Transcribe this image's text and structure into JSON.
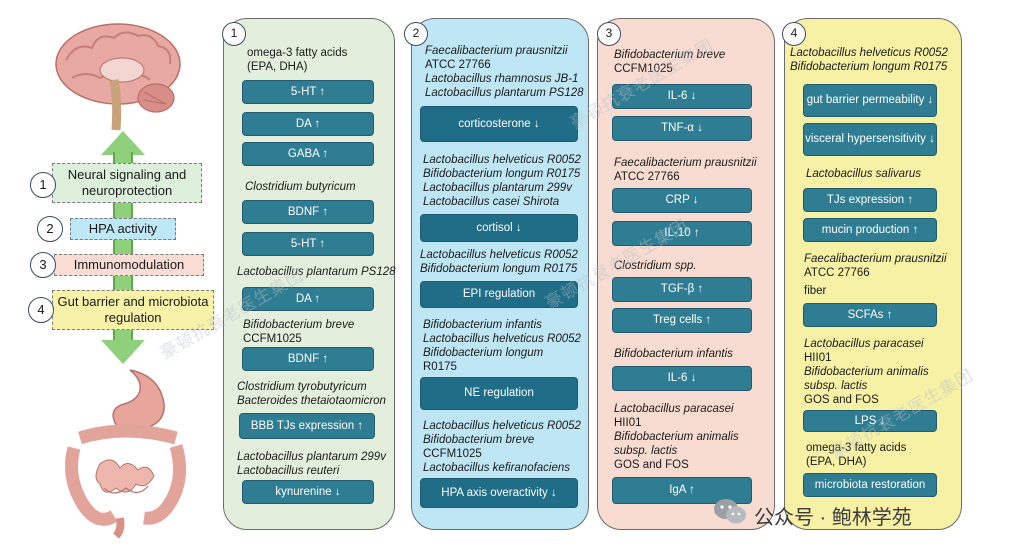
{
  "left": {
    "items": [
      {
        "num": "1",
        "label": "Neural signaling and neuroprotection"
      },
      {
        "num": "2",
        "label": "HPA activity"
      },
      {
        "num": "3",
        "label": "Immunomodulation"
      },
      {
        "num": "4",
        "label": "Gut barrier and microbiota regulation"
      }
    ]
  },
  "panels": [
    {
      "num": "1",
      "color": "#e3efdc",
      "labels": [
        "omega-3 fatty acids",
        "(EPA, DHA)",
        "Clostridium butyricum",
        "Lactobacillus plantarum PS128",
        "Bifidobacterium breve",
        "CCFM1025",
        "Clostridium tyrobutyricum",
        "Bacteroides thetaiotaomicron",
        "Lactobacillus plantarum 299v",
        "Lactobacillus reuteri"
      ],
      "effects": [
        "5-HT ↑",
        "DA ↑",
        "GABA ↑",
        "BDNF ↑",
        "5-HT ↑",
        "DA ↑",
        "BDNF ↑",
        "BBB TJs expression ↑",
        "kynurenine ↓"
      ]
    },
    {
      "num": "2",
      "color": "#bfe6f5",
      "labels": [
        "Faecalibacterium prausnitzii",
        "ATCC 27766",
        "Lactobacillus rhamnosus JB-1",
        "Lactobacillus plantarum PS128",
        "Lactobacillus helveticus R0052",
        "Bifidobacterium longum R0175",
        "Lactobacillus plantarum 299v",
        "Lactobacillus casei Shirota",
        "Lactobacillus helveticus R0052",
        "Bifidobacterium longum R0175",
        "Bifidobacterium infantis",
        "Lactobacillus helveticus R0052",
        "Bifidobacterium longum",
        "R0175",
        "Lactobacillus helveticus R0052",
        "Bifidobacterium breve",
        "CCFM1025",
        "Lactobacillus kefiranofaciens"
      ],
      "effects": [
        "corticosterone ↓",
        "cortisol ↓",
        "EPI regulation",
        "NE regulation",
        "HPA axis overactivity ↓"
      ]
    },
    {
      "num": "3",
      "color": "#f8dcd2",
      "labels": [
        "Bifidobacterium breve",
        "CCFM1025",
        "Faecalibacterium prausnitzii",
        "ATCC 27766",
        "Clostridium spp.",
        "Bifidobacterium infantis",
        "Lactobacillus paracasei",
        "HII01",
        "Bifidobacterium animalis",
        "subsp. lactis",
        "GOS and FOS"
      ],
      "effects": [
        "IL-6 ↓",
        "TNF-α ↓",
        "CRP ↓",
        "IL-10 ↑",
        "TGF-β ↑",
        "Treg cells ↑",
        "IL-6 ↓",
        "IgA ↑"
      ]
    },
    {
      "num": "4",
      "color": "#f7f1a6",
      "labels": [
        "Lactobacillus helveticus R0052",
        "Bifidobacterium longum R0175",
        "Lactobacillus salivarus",
        "Faecalibacterium prausnitzii",
        "ATCC 27766",
        "fiber",
        "Lactobacillus paracasei",
        "HII01",
        "Bifidobacterium animalis",
        "subsp. lactis",
        "GOS and FOS",
        "omega-3 fatty acids",
        "(EPA, DHA)"
      ],
      "effects": [
        "gut barrier permeability ↓",
        "visceral hypersensitivity ↓",
        "TJs expression ↑",
        "mucin production ↑",
        "SCFAs ↑",
        "LPS ↓",
        "microbiota restoration"
      ]
    }
  ],
  "footer": {
    "icon": "wechat-icon",
    "text": "公众号 · 鲍林学苑"
  },
  "watermark": {
    "text": "豪顿抗衰老医生集团"
  }
}
